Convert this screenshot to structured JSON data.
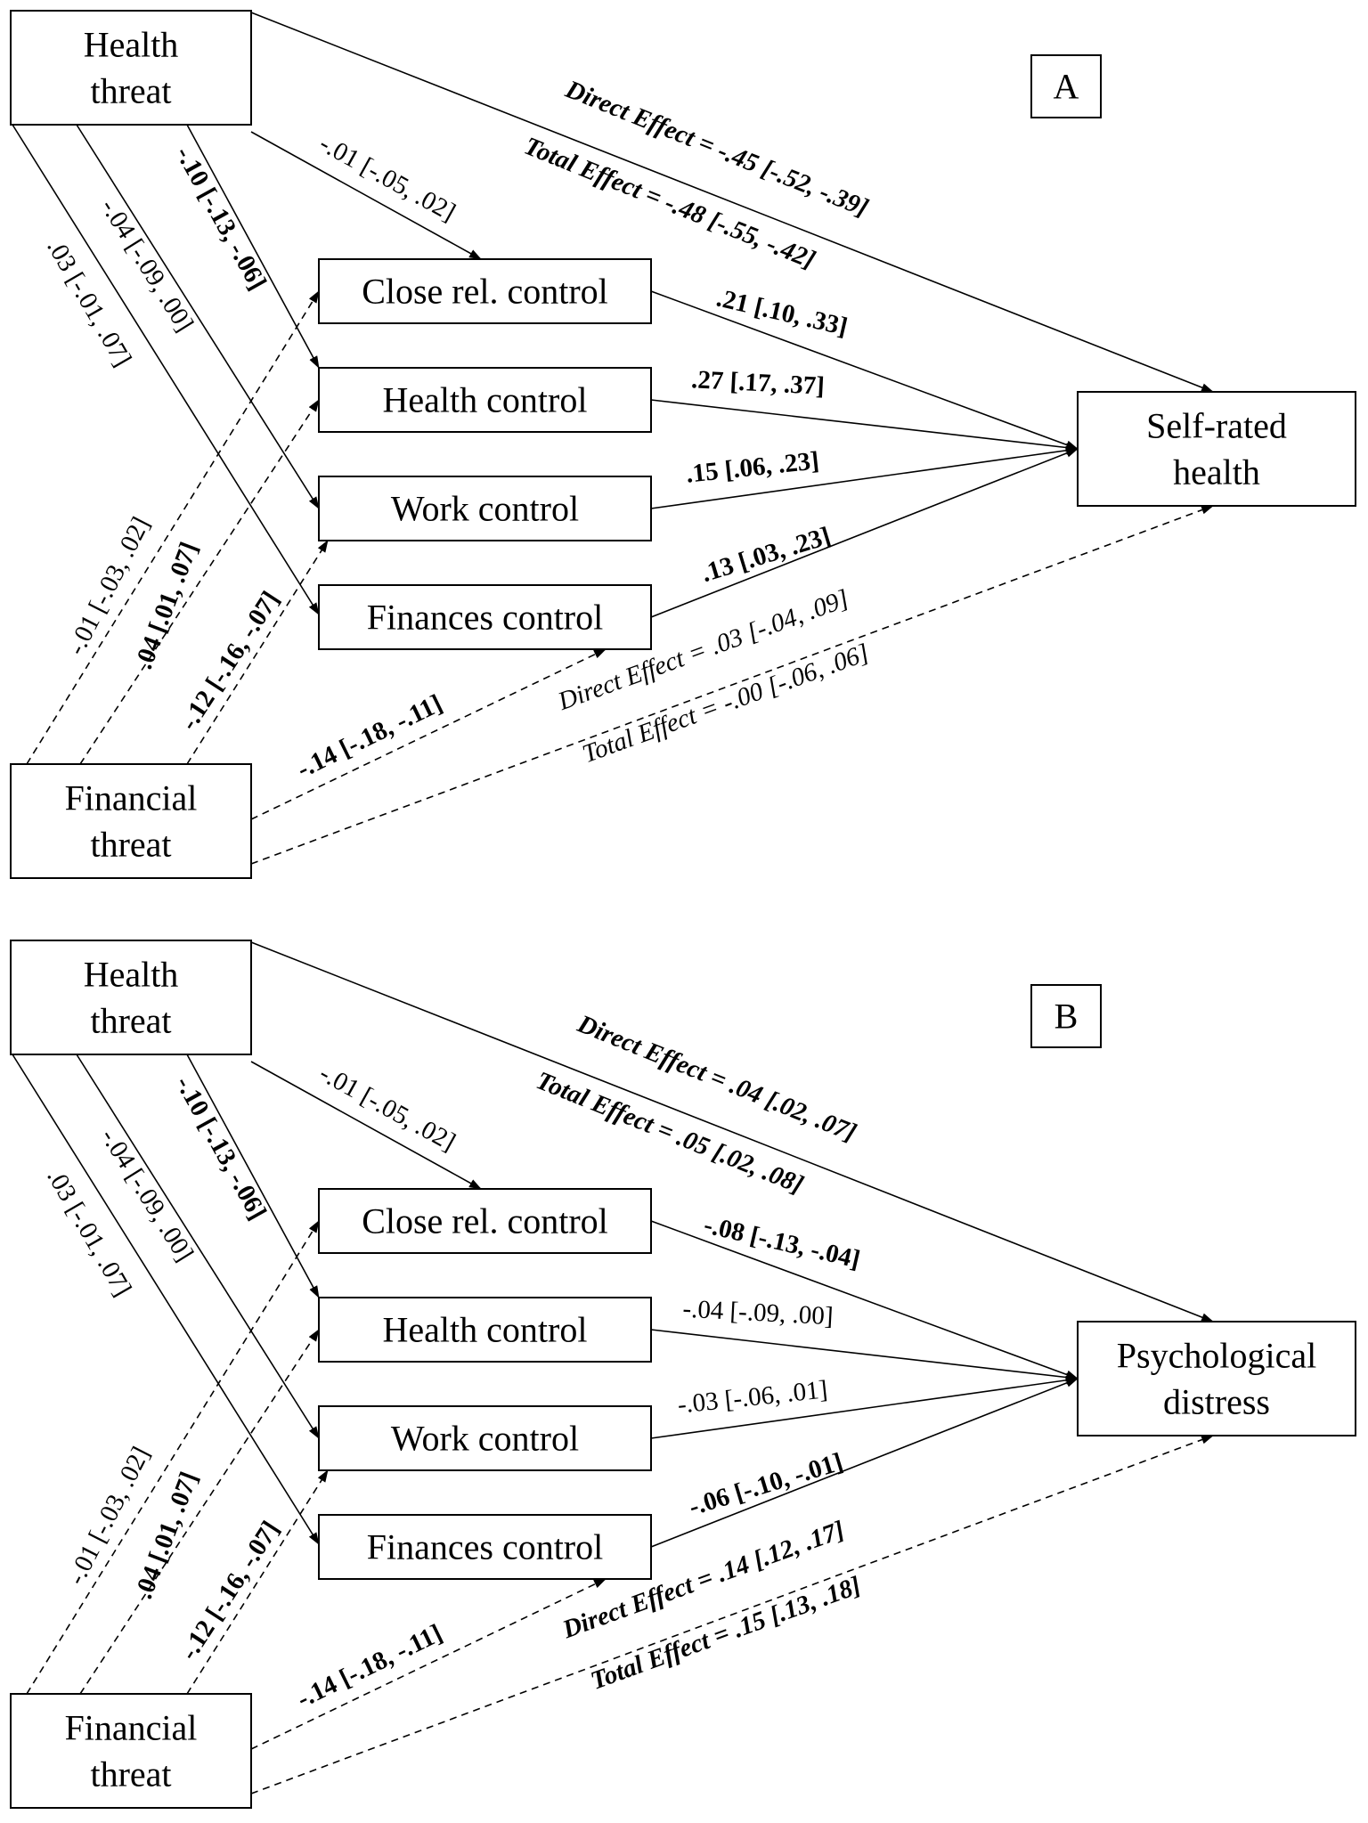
{
  "panels": [
    {
      "letter": "A",
      "outcome": [
        "Self-rated",
        "health"
      ],
      "nodes": {
        "health_threat": [
          "Health",
          "threat"
        ],
        "financial_threat": [
          "Financial",
          "threat"
        ],
        "close_rel_control": "Close rel. control",
        "health_control": "Health control",
        "work_control": "Work control",
        "finances_control": "Finances control"
      },
      "ht_paths": {
        "close_rel": "-.01 [-.05, .02]",
        "health": "-.10 [-.13, -.06]",
        "work": "-.04 [-.09, .00]",
        "finances": ".03 [-.01, .07]"
      },
      "ft_paths": {
        "close_rel": "-.01 [-.03, .02]",
        "health": ".04 [.01, .07]",
        "work": "-.12 [-.16, -.07]",
        "finances": "-.14 [-.18, -.11]"
      },
      "mediator_paths": {
        "close_rel": ".21 [.10, .33]",
        "health": ".27 [.17, .37]",
        "work": ".15 [.06, .23]",
        "finances": ".13 [.03, .23]"
      },
      "ht_effects": {
        "direct": "Direct Effect = -.45 [-.52, -.39]",
        "total": "Total Effect = -.48 [-.55, -.42]"
      },
      "ft_effects": {
        "direct": "Direct Effect = .03 [-.04, .09]",
        "total": "Total Effect = -.00 [-.06, .06]"
      }
    },
    {
      "letter": "B",
      "outcome": [
        "Psychological",
        "distress"
      ],
      "nodes": {
        "health_threat": [
          "Health",
          "threat"
        ],
        "financial_threat": [
          "Financial",
          "threat"
        ],
        "close_rel_control": "Close rel. control",
        "health_control": "Health control",
        "work_control": "Work control",
        "finances_control": "Finances control"
      },
      "ht_paths": {
        "close_rel": "-.01 [-.05, .02]",
        "health": "-.10 [-.13, -.06]",
        "work": "-.04 [-.09, .00]",
        "finances": ".03 [-.01, .07]"
      },
      "ft_paths": {
        "close_rel": "-.01 [-.03, .02]",
        "health": ".04 [.01, .07]",
        "work": "-.12 [-.16, -.07]",
        "finances": "-.14 [-.18, -.11]"
      },
      "mediator_paths": {
        "close_rel": "-.08 [-.13, -.04]",
        "health": "-.04 [-.09, .00]",
        "work": "-.03 [-.06, .01]",
        "finances": "-.06 [-.10, -.01]"
      },
      "ht_effects": {
        "direct": "Direct Effect = .04 [.02, .07]",
        "total": "Total Effect = .05 [.02, .08]"
      },
      "ft_effects": {
        "direct": "Direct Effect = .14 [.12, .17]",
        "total": "Total Effect = .15 [.13, .18]"
      }
    }
  ]
}
